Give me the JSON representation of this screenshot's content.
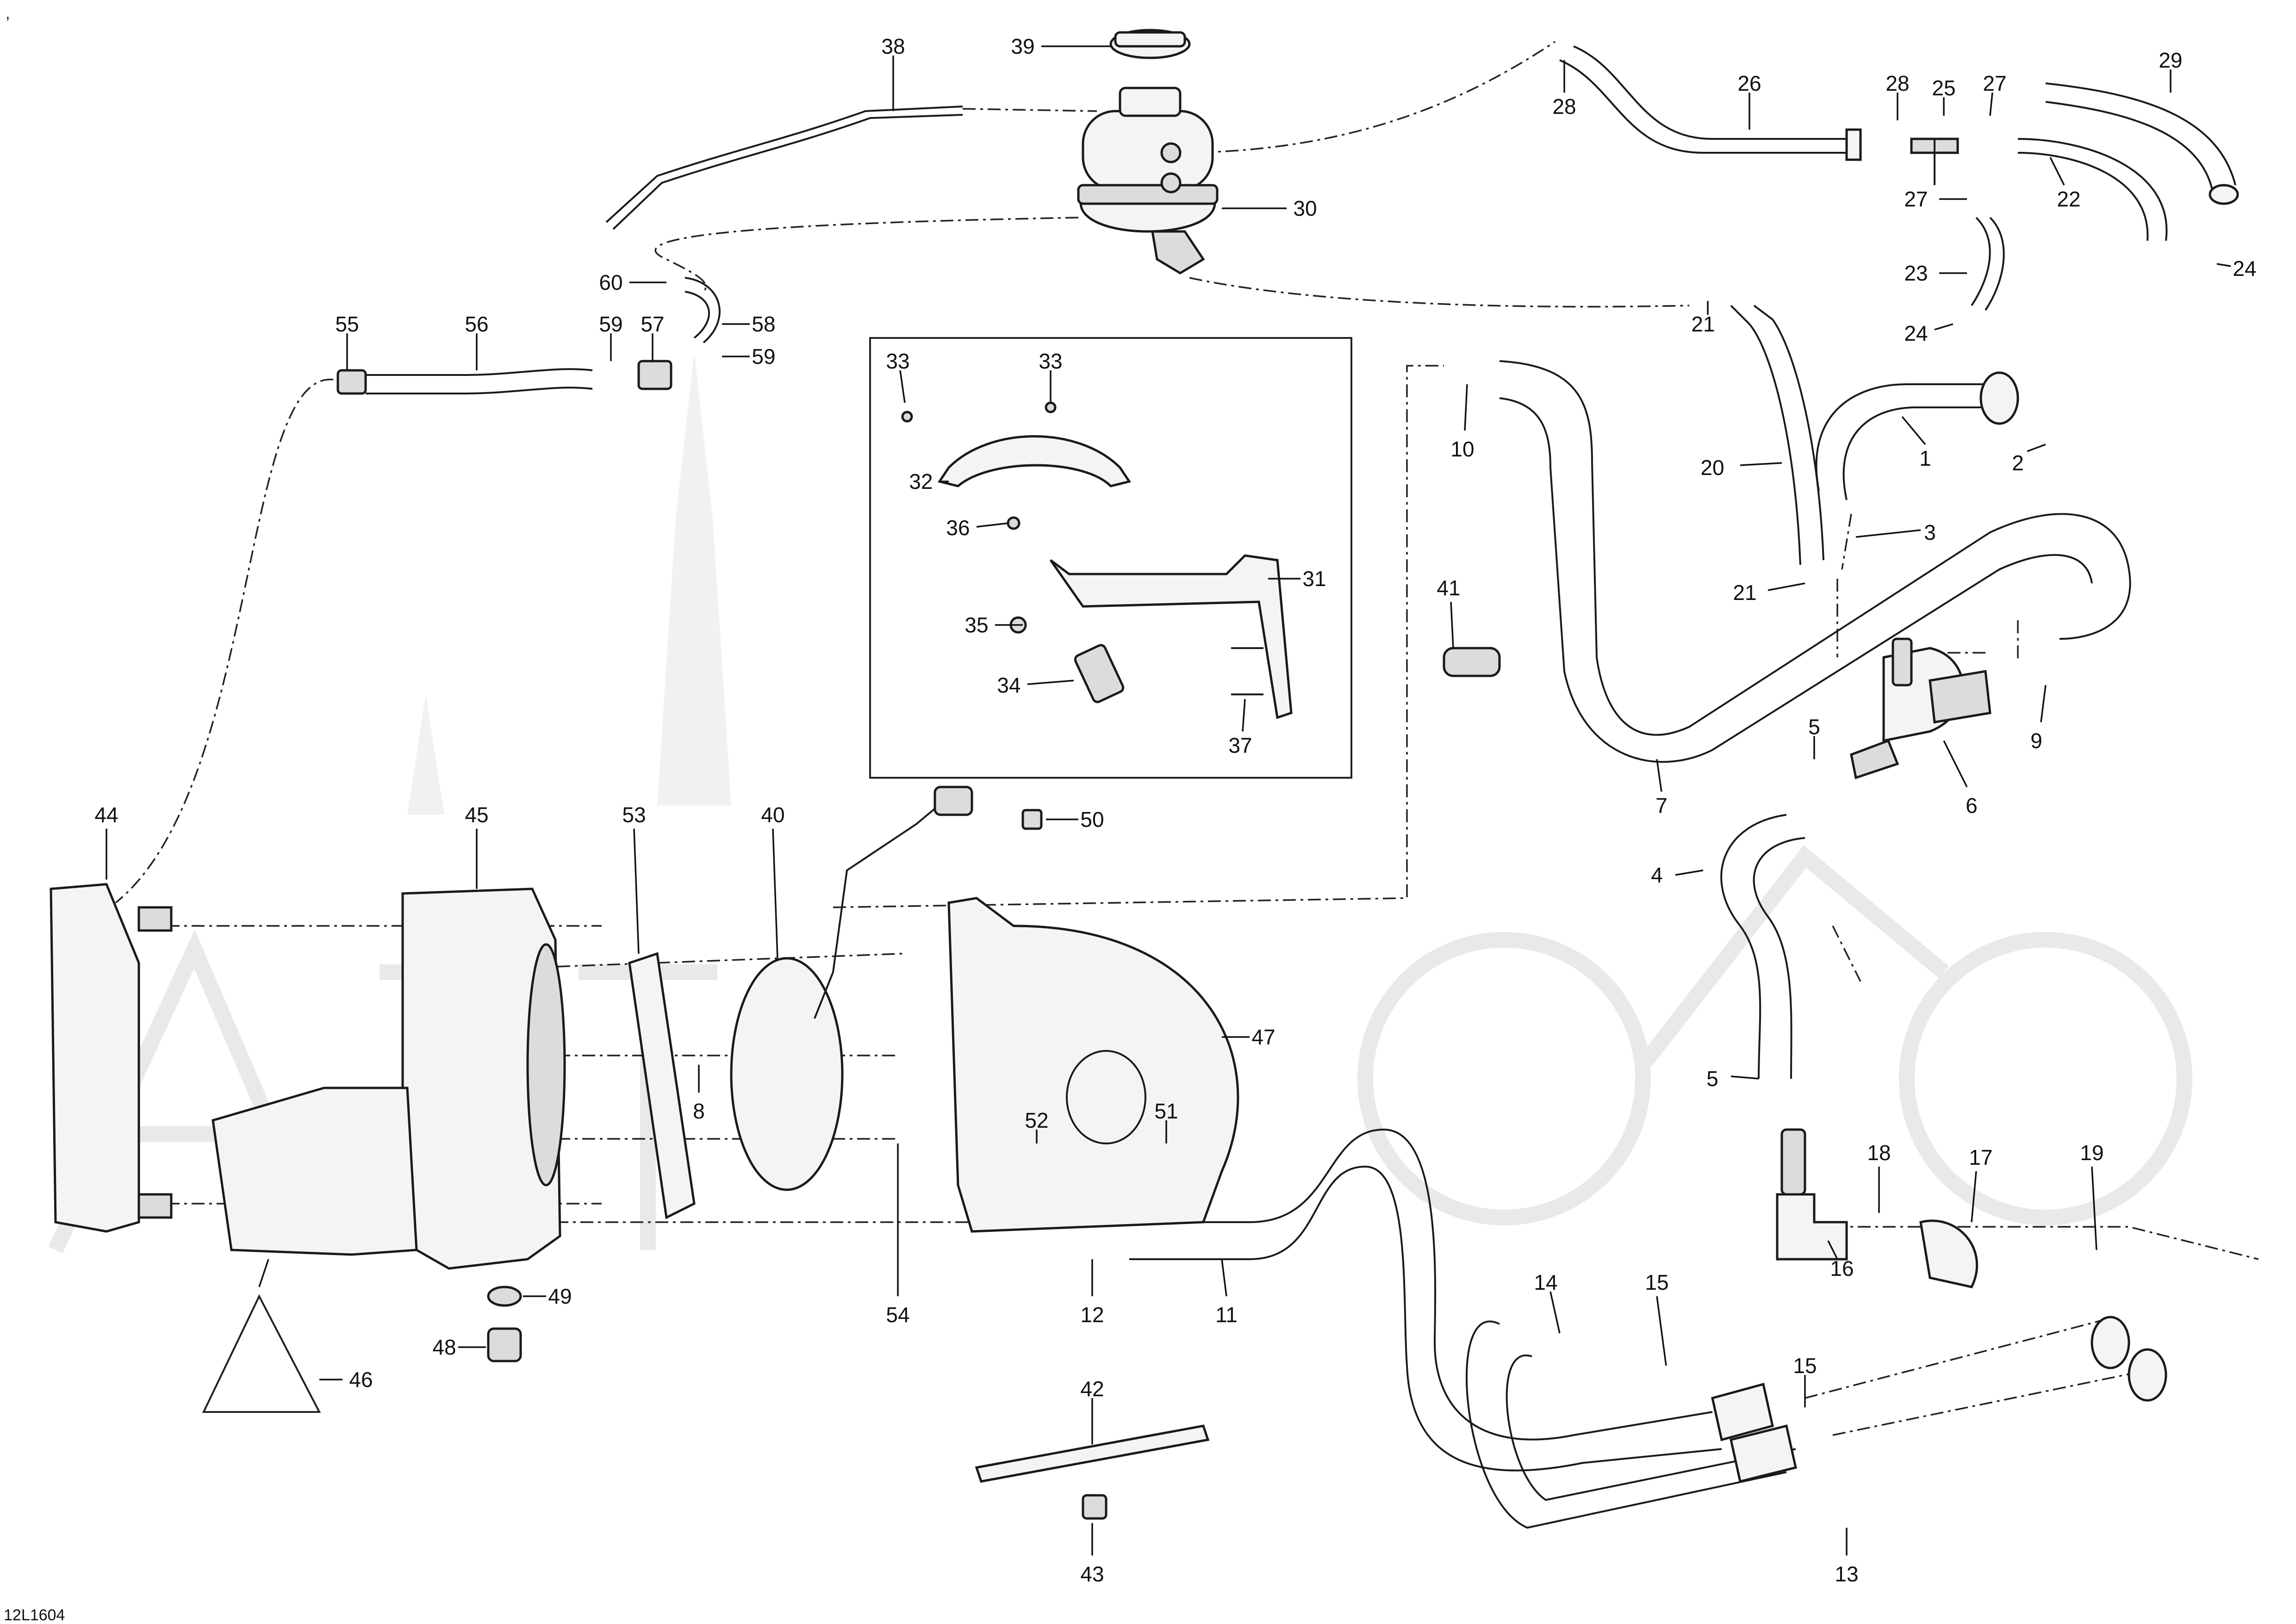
{
  "diagram": {
    "drawing_code": "12L1604",
    "corner_mark": ",",
    "callouts": [
      {
        "id": "c1",
        "label": "1"
      },
      {
        "id": "c2",
        "label": "2"
      },
      {
        "id": "c3",
        "label": "3"
      },
      {
        "id": "c4",
        "label": "4"
      },
      {
        "id": "c5a",
        "label": "5"
      },
      {
        "id": "c5b",
        "label": "5"
      },
      {
        "id": "c6",
        "label": "6"
      },
      {
        "id": "c7",
        "label": "7"
      },
      {
        "id": "c8",
        "label": "8"
      },
      {
        "id": "c9",
        "label": "9"
      },
      {
        "id": "c10",
        "label": "10"
      },
      {
        "id": "c11",
        "label": "11"
      },
      {
        "id": "c12",
        "label": "12"
      },
      {
        "id": "c13",
        "label": "13"
      },
      {
        "id": "c14",
        "label": "14"
      },
      {
        "id": "c15a",
        "label": "15"
      },
      {
        "id": "c15b",
        "label": "15"
      },
      {
        "id": "c16",
        "label": "16"
      },
      {
        "id": "c17",
        "label": "17"
      },
      {
        "id": "c18",
        "label": "18"
      },
      {
        "id": "c19",
        "label": "19"
      },
      {
        "id": "c20",
        "label": "20"
      },
      {
        "id": "c21a",
        "label": "21"
      },
      {
        "id": "c21b",
        "label": "21"
      },
      {
        "id": "c22",
        "label": "22"
      },
      {
        "id": "c23",
        "label": "23"
      },
      {
        "id": "c24a",
        "label": "24"
      },
      {
        "id": "c24b",
        "label": "24"
      },
      {
        "id": "c25",
        "label": "25"
      },
      {
        "id": "c26",
        "label": "26"
      },
      {
        "id": "c27a",
        "label": "27"
      },
      {
        "id": "c27b",
        "label": "27"
      },
      {
        "id": "c28a",
        "label": "28"
      },
      {
        "id": "c28b",
        "label": "28"
      },
      {
        "id": "c29",
        "label": "29"
      },
      {
        "id": "c30",
        "label": "30"
      },
      {
        "id": "c31",
        "label": "31"
      },
      {
        "id": "c32",
        "label": "32"
      },
      {
        "id": "c33a",
        "label": "33"
      },
      {
        "id": "c33b",
        "label": "33"
      },
      {
        "id": "c34",
        "label": "34"
      },
      {
        "id": "c35",
        "label": "35"
      },
      {
        "id": "c36",
        "label": "36"
      },
      {
        "id": "c37",
        "label": "37"
      },
      {
        "id": "c38",
        "label": "38"
      },
      {
        "id": "c39",
        "label": "39"
      },
      {
        "id": "c40",
        "label": "40"
      },
      {
        "id": "c41",
        "label": "41"
      },
      {
        "id": "c42",
        "label": "42"
      },
      {
        "id": "c43",
        "label": "43"
      },
      {
        "id": "c44",
        "label": "44"
      },
      {
        "id": "c45",
        "label": "45"
      },
      {
        "id": "c46",
        "label": "46"
      },
      {
        "id": "c47",
        "label": "47"
      },
      {
        "id": "c48",
        "label": "48"
      },
      {
        "id": "c49",
        "label": "49"
      },
      {
        "id": "c50",
        "label": "50"
      },
      {
        "id": "c51",
        "label": "51"
      },
      {
        "id": "c52",
        "label": "52"
      },
      {
        "id": "c53",
        "label": "53"
      },
      {
        "id": "c54",
        "label": "54"
      },
      {
        "id": "c55",
        "label": "55"
      },
      {
        "id": "c56",
        "label": "56"
      },
      {
        "id": "c57",
        "label": "57"
      },
      {
        "id": "c58",
        "label": "58"
      },
      {
        "id": "c59a",
        "label": "59"
      },
      {
        "id": "c59b",
        "label": "59"
      },
      {
        "id": "c60",
        "label": "60"
      }
    ]
  }
}
